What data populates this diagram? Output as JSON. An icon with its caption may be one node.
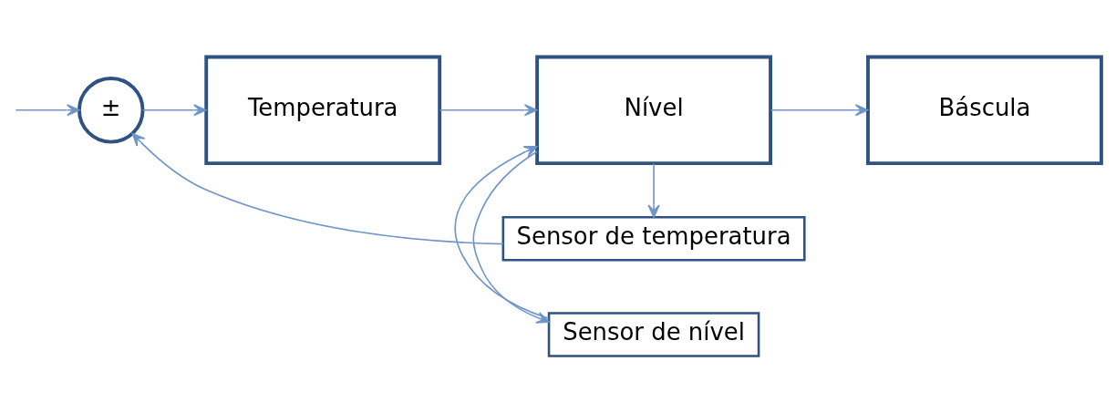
{
  "diagram": {
    "nodes": [
      {
        "text": [
          "±"
        ]
      },
      {
        "text": [
          "Temperatura"
        ]
      },
      {
        "text": [
          "Nível"
        ]
      },
      {
        "text": [
          "Báscula"
        ]
      },
      {
        "text": [
          "Sensor de nível"
        ]
      },
      {
        "text": [
          "Sensor de temperatura"
        ]
      }
    ],
    "edges": [
      {
        "from": null,
        "to": 0,
        "arrow": "to"
      },
      {
        "from": 0,
        "to": 1,
        "arrow": "to"
      },
      {
        "from": 1,
        "to": 2,
        "arrow": "to"
      },
      {
        "from": 2,
        "to": 3,
        "arrow": "to"
      },
      {
        "from": 2,
        "to": 4,
        "arrow": "to"
      },
      {
        "from": 4,
        "to": 2,
        "arrow": "to"
      },
      {
        "from": 2,
        "to": 5,
        "arrow": "to"
      },
      {
        "from": 5,
        "to": 0,
        "arrow": "to"
      }
    ]
  }
}
